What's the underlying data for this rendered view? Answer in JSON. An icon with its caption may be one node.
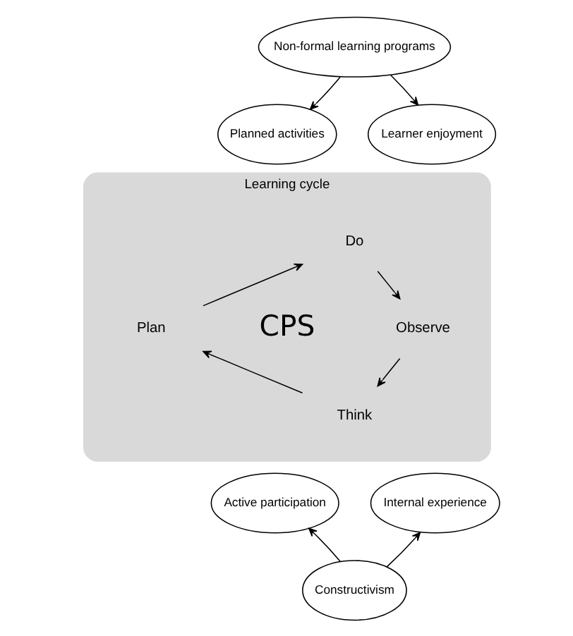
{
  "diagram": {
    "nodes": [
      {
        "text": [
          "Non-formal learning programs"
        ]
      },
      {
        "text": [
          "Planned activities"
        ]
      },
      {
        "text": [
          "Learner enjoyment"
        ]
      },
      {
        "text": [
          "Learning cycle"
        ]
      },
      {
        "text": [
          "Do"
        ],
        "in": 3
      },
      {
        "text": [
          "Plan"
        ],
        "in": 3
      },
      {
        "text": [
          "CPS"
        ],
        "in": 3
      },
      {
        "text": [
          "Observe"
        ],
        "in": 3
      },
      {
        "text": [
          "Think"
        ],
        "in": 3
      },
      {
        "text": [
          "Active participation"
        ]
      },
      {
        "text": [
          "Internal experience"
        ]
      },
      {
        "text": [
          "Constructivism"
        ]
      }
    ],
    "edges": [
      {
        "from": 0,
        "to": 1,
        "arrow": "to"
      },
      {
        "from": 0,
        "to": 2,
        "arrow": "to"
      },
      {
        "from": 4,
        "to": 7,
        "arrow": "to"
      },
      {
        "from": 7,
        "to": 8,
        "arrow": "to"
      },
      {
        "from": 8,
        "to": 5,
        "arrow": "to"
      },
      {
        "from": 5,
        "to": 4,
        "arrow": "to"
      },
      {
        "from": 11,
        "to": 9,
        "arrow": "to"
      },
      {
        "from": 11,
        "to": 10,
        "arrow": "to"
      }
    ]
  }
}
